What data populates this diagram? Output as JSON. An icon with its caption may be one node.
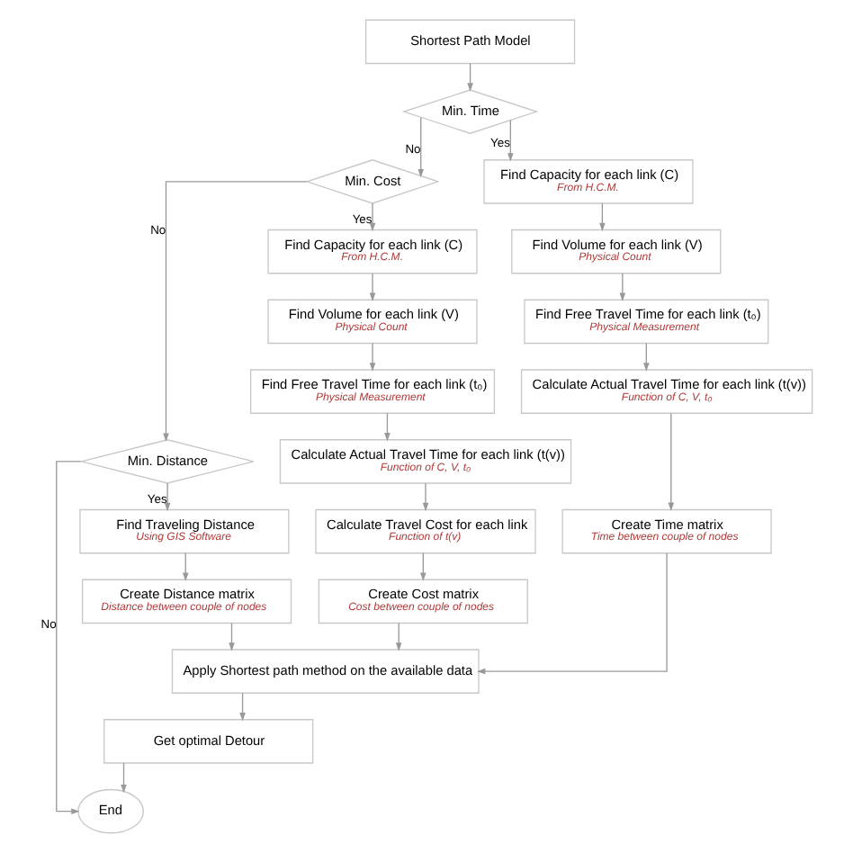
{
  "diagram": {
    "nodes": [
      {
        "text": [
          "Shortest Path Model"
        ]
      },
      {
        "text": [
          "Min. Time"
        ]
      },
      {
        "text": [
          "Min. Cost"
        ]
      },
      {
        "text": [
          "Min. Distance"
        ]
      },
      {
        "text": [
          "Find Capacity for each link (C)",
          "From H.C.M."
        ]
      },
      {
        "text": [
          "Find Volume for each link (V)",
          "Physical Count"
        ]
      },
      {
        "text": [
          "Find Free Travel Time for each link (t₀)",
          "Physical Measurement"
        ]
      },
      {
        "text": [
          "Calculate Actual Travel Time for each link (t(v))",
          "Function of C, V, t₀"
        ]
      },
      {
        "text": [
          "Create Time matrix",
          "Time between couple of nodes"
        ]
      },
      {
        "text": [
          "Find Capacity for each link (C)",
          "From H.C.M."
        ]
      },
      {
        "text": [
          "Find Volume for each link (V)",
          "Physical Count"
        ]
      },
      {
        "text": [
          "Find Free Travel Time for each link (t₀)",
          "Physical Measurement"
        ]
      },
      {
        "text": [
          "Calculate Actual Travel Time for each link (t(v))",
          "Function of C, V, t₀"
        ]
      },
      {
        "text": [
          "Calculate Travel Cost for each link",
          "Function of t(v)"
        ]
      },
      {
        "text": [
          "Create Cost matrix",
          "Cost between couple of nodes"
        ]
      },
      {
        "text": [
          "Find Traveling Distance",
          "Using GIS Software"
        ]
      },
      {
        "text": [
          "Create Distance matrix",
          "Distance between couple of nodes"
        ]
      },
      {
        "text": [
          "Apply Shortest path method on the available data"
        ]
      },
      {
        "text": [
          "Get optimal Detour"
        ]
      },
      {
        "text": [
          "End"
        ]
      }
    ],
    "edges": [
      {
        "from": 0,
        "to": 1,
        "arrow": "to"
      },
      {
        "from": 1,
        "to": 4,
        "arrow": "to",
        "label": "Yes"
      },
      {
        "from": 1,
        "to": 2,
        "arrow": "to",
        "label": "No"
      },
      {
        "from": 2,
        "to": 9,
        "arrow": "to",
        "label": "Yes"
      },
      {
        "from": 2,
        "to": 3,
        "arrow": "to",
        "label": "No"
      },
      {
        "from": 3,
        "to": 15,
        "arrow": "to",
        "label": "Yes"
      },
      {
        "from": 3,
        "to": 19,
        "arrow": "to",
        "label": "No"
      },
      {
        "from": 4,
        "to": 5,
        "arrow": "to"
      },
      {
        "from": 5,
        "to": 6,
        "arrow": "to"
      },
      {
        "from": 6,
        "to": 7,
        "arrow": "to"
      },
      {
        "from": 7,
        "to": 8,
        "arrow": "to"
      },
      {
        "from": 8,
        "to": 17,
        "arrow": "to"
      },
      {
        "from": 9,
        "to": 10,
        "arrow": "to"
      },
      {
        "from": 10,
        "to": 11,
        "arrow": "to"
      },
      {
        "from": 11,
        "to": 12,
        "arrow": "to"
      },
      {
        "from": 12,
        "to": 13,
        "arrow": "to"
      },
      {
        "from": 13,
        "to": 14,
        "arrow": "to"
      },
      {
        "from": 14,
        "to": 17,
        "arrow": "to"
      },
      {
        "from": 15,
        "to": 16,
        "arrow": "to"
      },
      {
        "from": 16,
        "to": 17,
        "arrow": "to"
      },
      {
        "from": 17,
        "to": 18,
        "arrow": "to"
      },
      {
        "from": 18,
        "to": 19,
        "arrow": "to"
      }
    ]
  }
}
